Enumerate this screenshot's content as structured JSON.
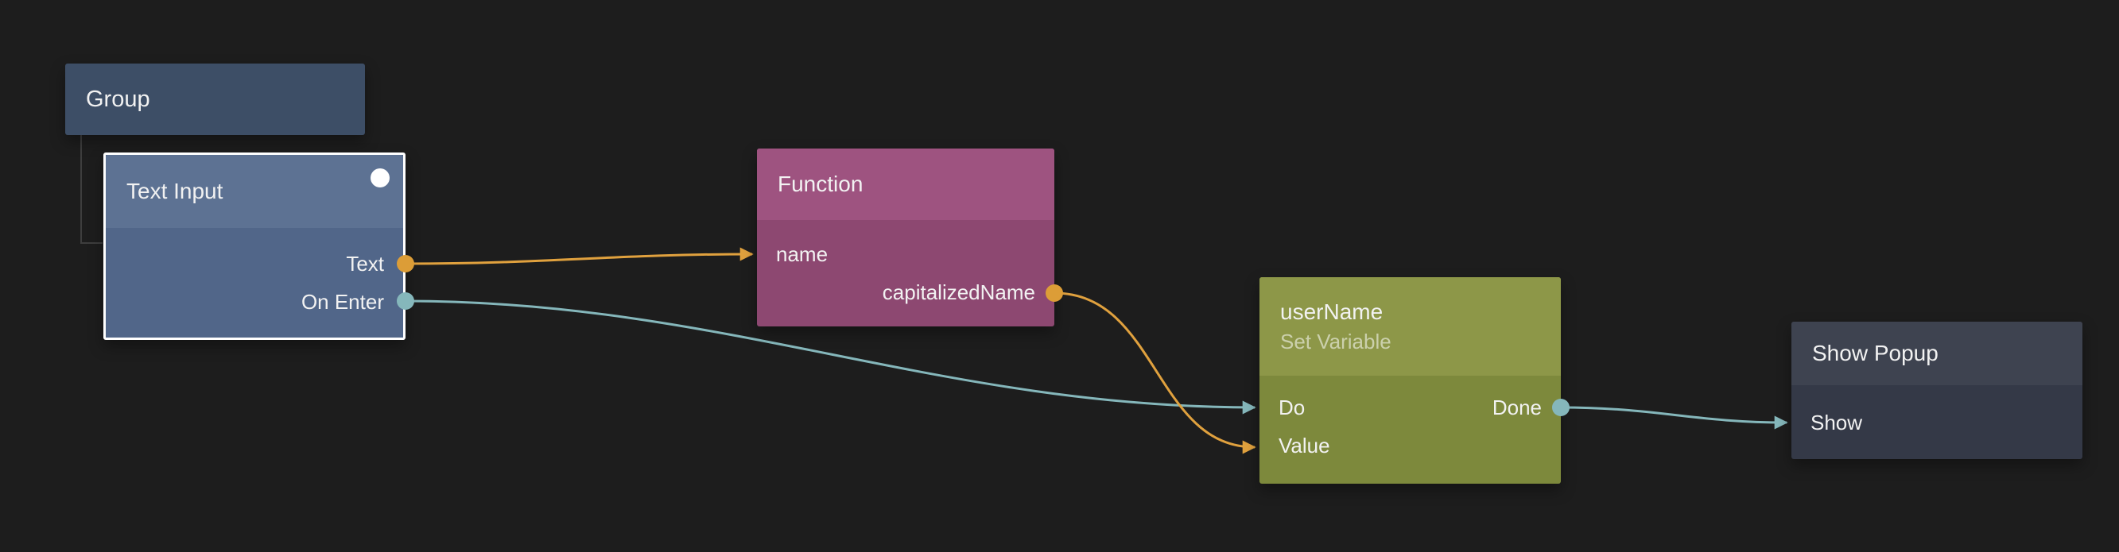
{
  "canvas": {
    "background": "#1d1d1d"
  },
  "colors": {
    "connection_orange": "#e0a13e",
    "connection_teal": "#85b7bb",
    "selection_border": "#ffffff",
    "group_connector": "#3e3e3e"
  },
  "nodes": {
    "group": {
      "title": "Group"
    },
    "text_input": {
      "title": "Text Input",
      "selected": true,
      "outputs": {
        "text": "Text",
        "on_enter": "On Enter"
      }
    },
    "function": {
      "title": "Function",
      "inputs": {
        "name": "name"
      },
      "outputs": {
        "capitalized_name": "capitalizedName"
      }
    },
    "set_variable": {
      "title": "userName",
      "subtitle": "Set Variable",
      "inputs": {
        "do": "Do",
        "value": "Value"
      },
      "outputs": {
        "done": "Done"
      }
    },
    "show_popup": {
      "title": "Show Popup",
      "inputs": {
        "show": "Show"
      }
    }
  },
  "connections": [
    {
      "from": "Text Input.Text",
      "to": "Function.name",
      "color": "#e0a13e"
    },
    {
      "from": "Text Input.On Enter",
      "to": "userName.Do",
      "color": "#85b7bb"
    },
    {
      "from": "Function.capitalizedName",
      "to": "userName.Value",
      "color": "#e0a13e"
    },
    {
      "from": "userName.Done",
      "to": "Show Popup.Show",
      "color": "#85b7bb"
    }
  ]
}
